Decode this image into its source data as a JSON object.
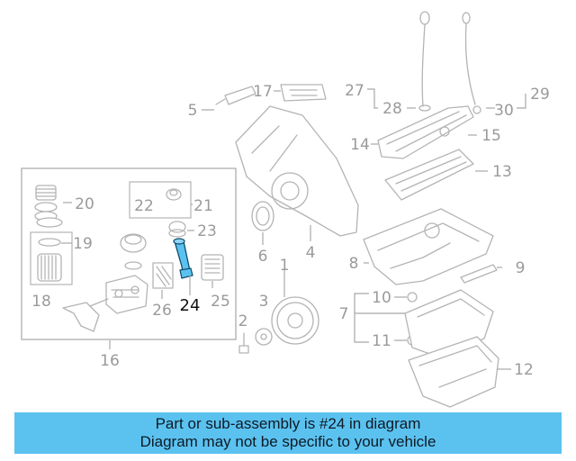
{
  "diagram": {
    "highlight_color": "#5bc2f0",
    "highlighted_part": "24",
    "callouts": [
      "1",
      "2",
      "3",
      "4",
      "5",
      "6",
      "7",
      "8",
      "9",
      "10",
      "11",
      "12",
      "13",
      "14",
      "15",
      "16",
      "17",
      "18",
      "19",
      "20",
      "21",
      "22",
      "23",
      "24",
      "25",
      "26",
      "27",
      "28",
      "29",
      "30"
    ]
  },
  "banner": {
    "line1": "Part or sub-assembly is #24 in diagram",
    "line2": "Diagram may not be specific to your vehicle",
    "color": "#5bc2f0"
  }
}
